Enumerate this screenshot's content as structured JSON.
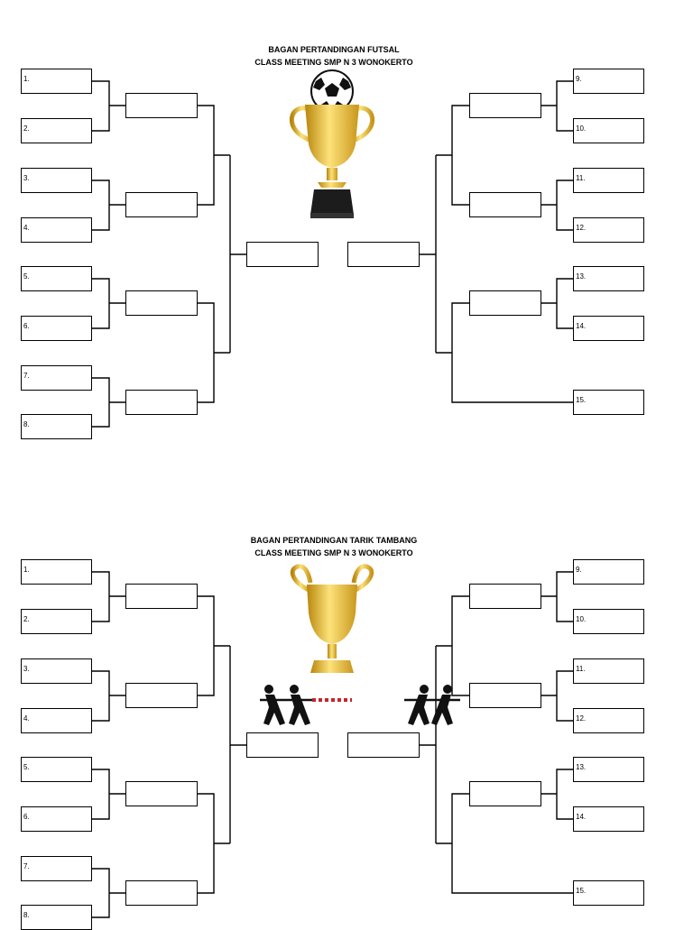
{
  "futsal": {
    "title_line1": "BAGAN PERTANDINGAN FUTSAL",
    "title_line2": "CLASS MEETING SMP N 3 WONOKERTO",
    "left_seeds": [
      "1.",
      "2.",
      "3.",
      "4.",
      "5.",
      "6.",
      "7.",
      "8."
    ],
    "right_seeds": [
      "9.",
      "10.",
      "11.",
      "12.",
      "13.",
      "14.",
      "15."
    ],
    "icons": [
      "soccer-ball-icon",
      "trophy-icon"
    ]
  },
  "tarik": {
    "title_line1": "BAGAN PERTANDINGAN TARIK TAMBANG",
    "title_line2": "CLASS MEETING SMP N 3 WONOKERTO",
    "left_seeds": [
      "1.",
      "2.",
      "3.",
      "4.",
      "5.",
      "6.",
      "7.",
      "8."
    ],
    "right_seeds": [
      "9.",
      "10.",
      "11.",
      "12.",
      "13.",
      "14.",
      "15."
    ],
    "icons": [
      "trophy-cup-icon",
      "tug-of-war-icon"
    ]
  },
  "colors": {
    "line": "#000000",
    "gold": "#e8b923",
    "rope_red": "#c0282d"
  }
}
